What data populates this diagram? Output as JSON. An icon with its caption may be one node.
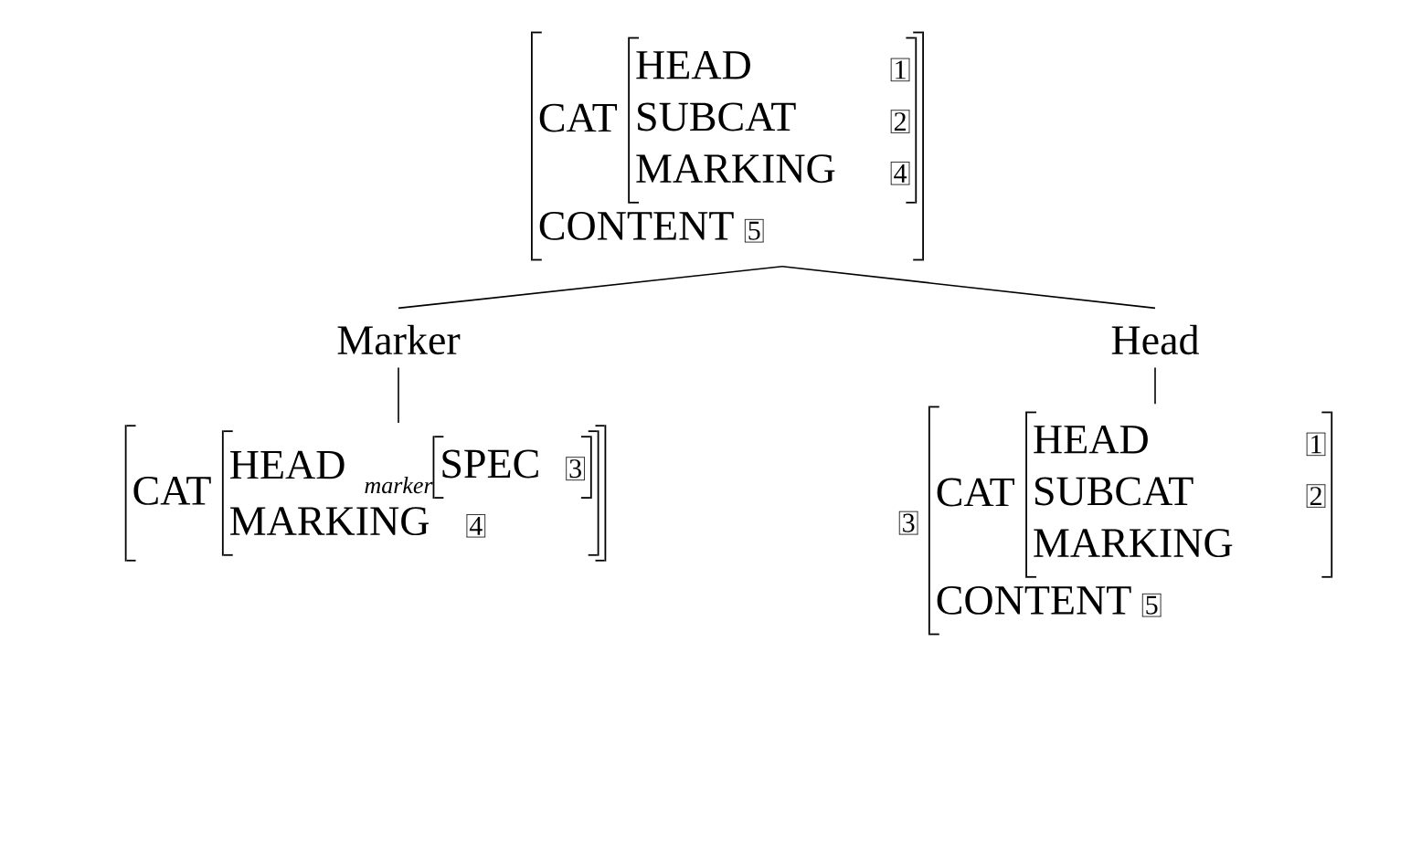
{
  "diagram": {
    "nodes": [
      {
        "text": [
          "CAT",
          "HEAD",
          "1",
          "SUBCAT",
          "2",
          "MARKING",
          "4",
          "CONTENT",
          "5"
        ]
      },
      {
        "text": [
          "Marker"
        ]
      },
      {
        "text": [
          "Head"
        ]
      },
      {
        "text": [
          "CAT",
          "HEAD",
          "marker",
          "SPEC",
          "3",
          "MARKING",
          "4"
        ]
      },
      {
        "text": [
          "3",
          "CAT",
          "HEAD",
          "1",
          "SUBCAT",
          "2",
          "MARKING",
          "CONTENT",
          "5"
        ]
      }
    ],
    "edges": [
      {
        "from": 0,
        "to": 1,
        "arrow": "none"
      },
      {
        "from": 0,
        "to": 2,
        "arrow": "none"
      },
      {
        "from": 1,
        "to": 3,
        "arrow": "none"
      },
      {
        "from": 2,
        "to": 4,
        "arrow": "none"
      }
    ]
  }
}
